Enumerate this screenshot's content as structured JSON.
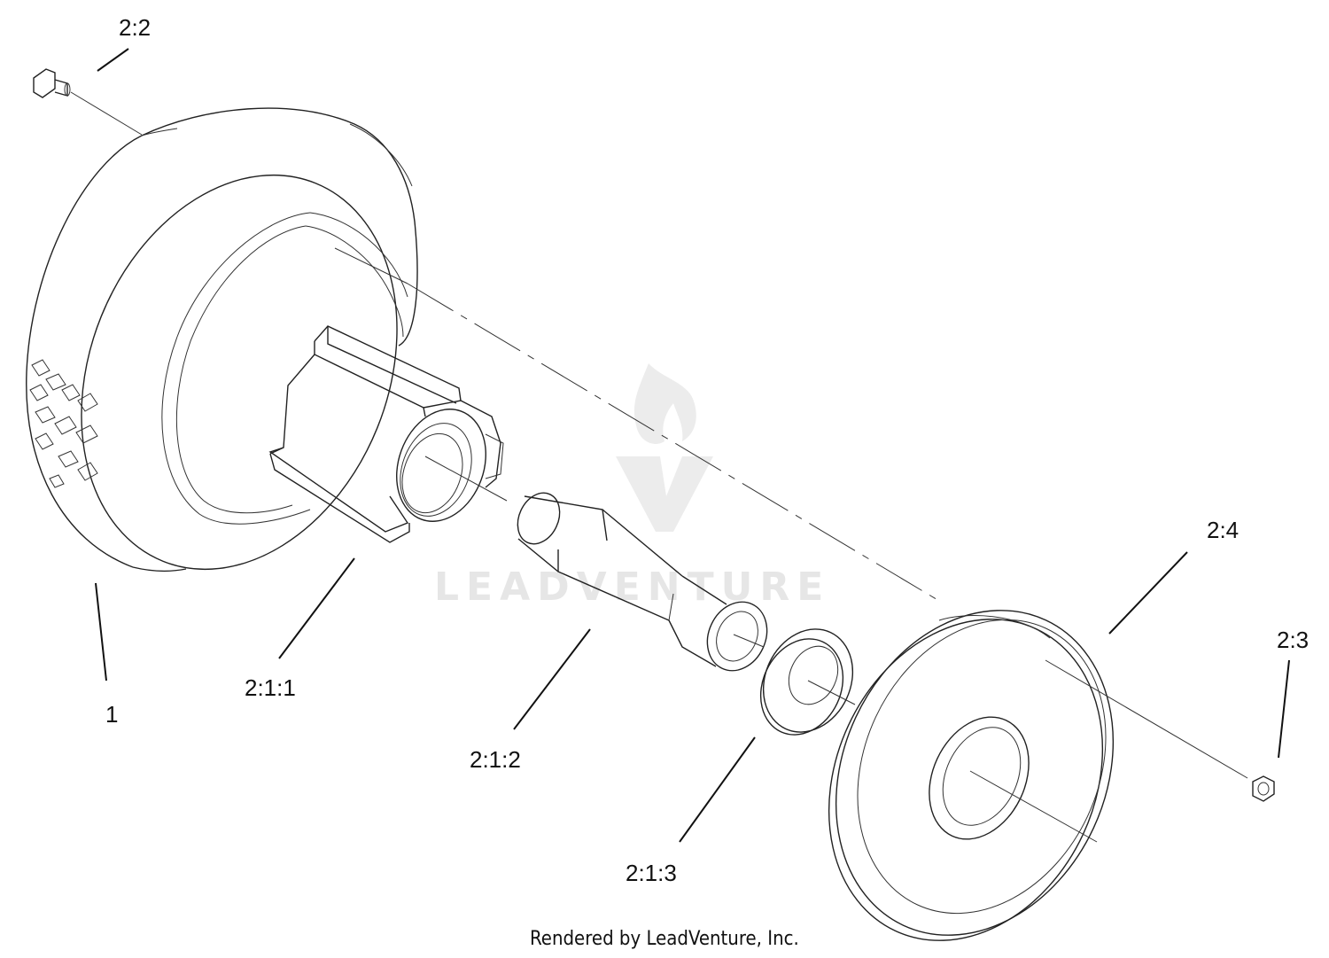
{
  "labels": {
    "l_2_2": "2:2",
    "l_1": "1",
    "l_2_1_1": "2:1:1",
    "l_2_1_2": "2:1:2",
    "l_2_1_3": "2:1:3",
    "l_2_4": "2:4",
    "l_2_3": "2:3"
  },
  "credit": "Rendered by LeadVenture, Inc.",
  "watermark": "LEADVENTURE"
}
